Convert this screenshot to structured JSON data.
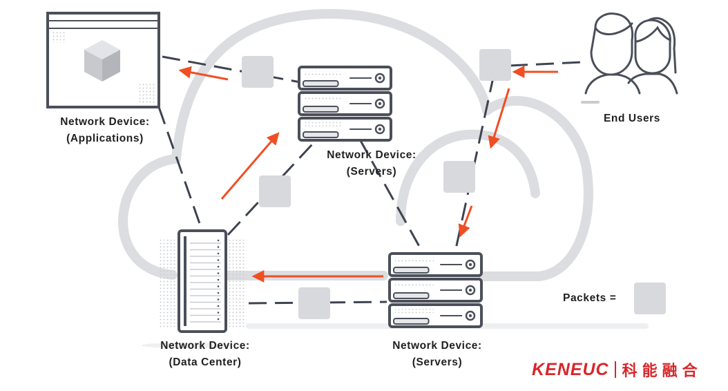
{
  "nodes": {
    "applications": {
      "line1": "Network Device:",
      "line2": "(Applications)"
    },
    "servers_top": {
      "line1": "Network Device:",
      "line2": "(Servers)"
    },
    "end_users": {
      "line1": "End Users"
    },
    "data_center": {
      "line1": "Network Device:",
      "line2": "(Data Center)"
    },
    "servers_bottom": {
      "line1": "Network Device:",
      "line2": "(Servers)"
    }
  },
  "legend": {
    "label": "Packets ="
  },
  "brand": {
    "name": "KENEUC",
    "chinese": "科能融合"
  },
  "colors": {
    "cloud": "#dcdde1",
    "device_stroke": "#4a4f59",
    "packet": "#d8d9dd",
    "arrow": "#f04e23",
    "dash": "#3d4350",
    "brand": "#d7262b"
  },
  "icons": [
    "browser-window-icon",
    "cube-icon",
    "server-stack-icon",
    "data-center-rack-icon",
    "users-icon",
    "packet-icon",
    "arrow-icon"
  ]
}
